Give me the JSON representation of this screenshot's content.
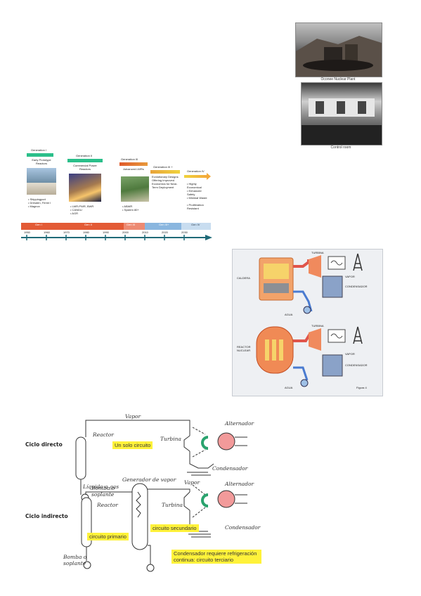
{
  "photos": {
    "top_caption": "Oconee Nuclear Plant",
    "bottom_caption": "Control room"
  },
  "timeline": {
    "generations": [
      {
        "title": "Generation I",
        "body": "Early Prototype Reactors",
        "list": [
          "• Shippingport",
          "• Dresden, Fermi I",
          "• Magnox"
        ]
      },
      {
        "title": "Generation II",
        "body": "Commercial Power Reactors",
        "list": [
          "• LWR-PWR, BWR",
          "• CANDU",
          "• AGR"
        ]
      },
      {
        "title": "Generation III",
        "body": "Advanced LWRs",
        "list": [
          "• ABWR",
          "• System 80+"
        ]
      },
      {
        "title": "Generation III +",
        "body": "Evolutionary Designs Offering Improved Economics for Near-Term Deployment",
        "list": []
      },
      {
        "title": "Generation IV",
        "body": "",
        "list": [
          "• Highly Economical",
          "• Enhanced Safety",
          "• Minimal Waste",
          "• Proliferation Resistant"
        ]
      }
    ],
    "years": [
      "1950",
      "1960",
      "1970",
      "1980",
      "1990",
      "2000",
      "2010",
      "2020",
      "2030"
    ],
    "bands": [
      "Gen I",
      "Gen II",
      "Gen III",
      "Gen III+",
      "Gen IV"
    ]
  },
  "plant_comparison": {
    "top_label": "CALDERA",
    "bottom_label": "REACTOR NUCLEAR",
    "turbina": "TURBINA",
    "vapor": "VAPOR",
    "condensador": "CONDENSADOR",
    "agua": "AGUA",
    "figure": "Figura 4"
  },
  "cycles": {
    "direct": {
      "side_label": "Ciclo directo",
      "vapor": "Vapor",
      "reactor": "Reactor",
      "turbine": "Turbina",
      "alternator": "Alternador",
      "pump": "Bomba o soplante",
      "condenser": "Condensador",
      "note": "Un solo circuito"
    },
    "indirect": {
      "side_label": "Ciclo indirecto",
      "coolant": "Líquido o gas",
      "generator": "Generador de vapor",
      "vapor": "Vapor",
      "reactor": "Reactor",
      "turbine": "Turbina",
      "alternator": "Alternador",
      "pump": "Bomba o soplante",
      "condenser": "Condensador",
      "primary": "circuito primario",
      "secondary": "circuito secundario",
      "tertiary": "Condensador requiere refrigeración continua: circuito terciario"
    }
  }
}
